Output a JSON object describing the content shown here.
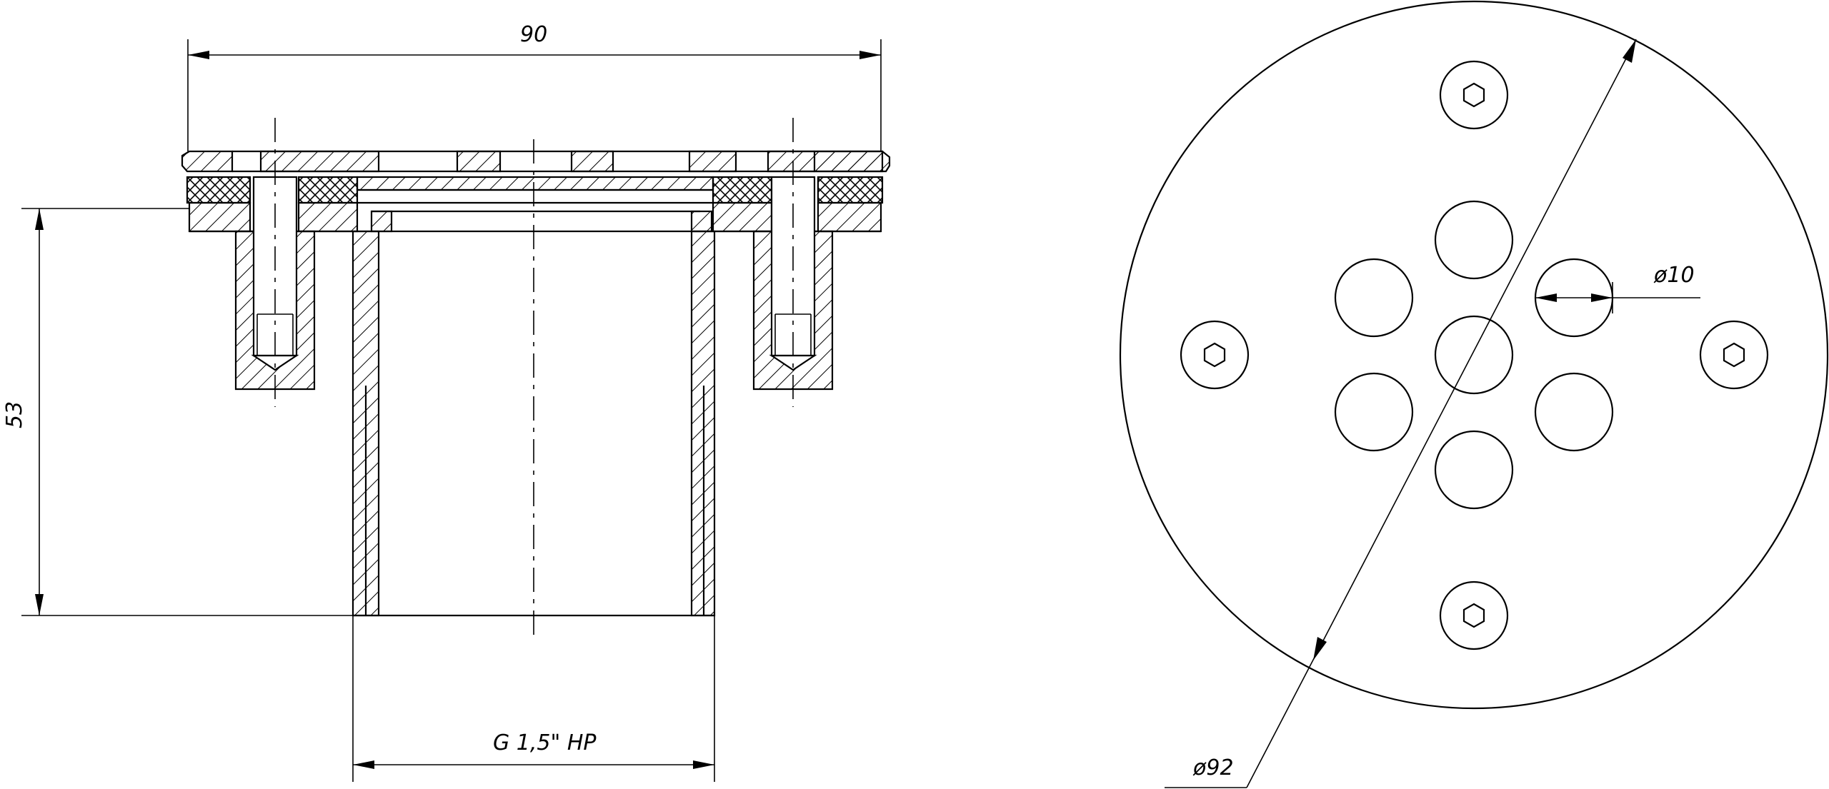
{
  "dimensions": {
    "width_label": "90",
    "height_label": "53",
    "thread_label": "G 1,5\" НР",
    "hole_diameter_label": "ø10",
    "plate_diameter_label": "ø92"
  }
}
